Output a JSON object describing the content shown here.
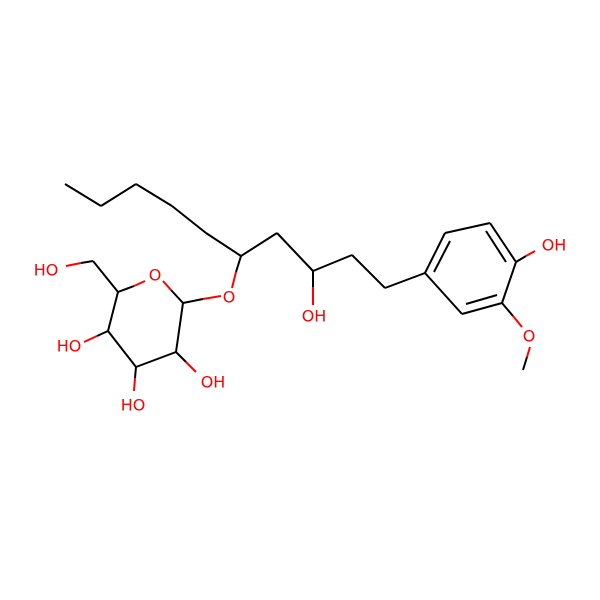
{
  "colors": {
    "carbon_bond": "#000000",
    "oxygen": "#FF0000",
    "background": "#FFFFFF"
  },
  "labels": {
    "hydroxymethyl": "HO",
    "ring_oxygen": "O",
    "glycosidic_oxygen": "O",
    "chain_hydroxyl": "OH",
    "phenol_hydroxyl": "OH",
    "methoxy_oxygen": "O",
    "sugar_oh_c4": "HO",
    "sugar_oh_c3": "HO",
    "sugar_oh_c2": "OH"
  }
}
